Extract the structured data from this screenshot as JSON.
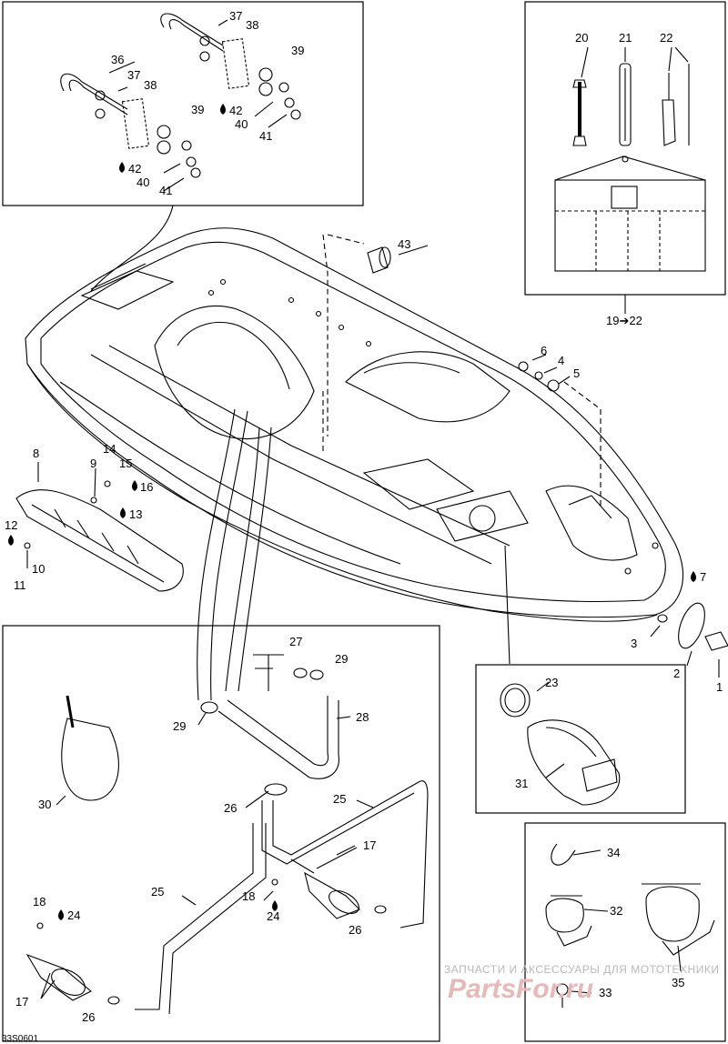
{
  "diagram": {
    "drawing_code": "33S0601",
    "watermark": {
      "caption": "ЗАПЧАСТИ И АКСЕССУАРЫ ДЛЯ МОТОТЕХНИКИ",
      "brand": "PartsFor.ru"
    },
    "kit_range_label": "19➔22",
    "callouts": [
      {
        "id": "c1",
        "label": "1"
      },
      {
        "id": "c2",
        "label": "2"
      },
      {
        "id": "c3",
        "label": "3"
      },
      {
        "id": "c4",
        "label": "4"
      },
      {
        "id": "c5",
        "label": "5"
      },
      {
        "id": "c6",
        "label": "6"
      },
      {
        "id": "c7",
        "label": "7"
      },
      {
        "id": "c8",
        "label": "8"
      },
      {
        "id": "c9",
        "label": "9"
      },
      {
        "id": "c10",
        "label": "10"
      },
      {
        "id": "c11",
        "label": "11"
      },
      {
        "id": "c12",
        "label": "12"
      },
      {
        "id": "c13",
        "label": "13"
      },
      {
        "id": "c14",
        "label": "14"
      },
      {
        "id": "c15",
        "label": "15"
      },
      {
        "id": "c16",
        "label": "16"
      },
      {
        "id": "c17a",
        "label": "17"
      },
      {
        "id": "c17b",
        "label": "17"
      },
      {
        "id": "c18a",
        "label": "18"
      },
      {
        "id": "c18b",
        "label": "18"
      },
      {
        "id": "c20",
        "label": "20"
      },
      {
        "id": "c21",
        "label": "21"
      },
      {
        "id": "c22",
        "label": "22"
      },
      {
        "id": "c23",
        "label": "23"
      },
      {
        "id": "c24a",
        "label": "24"
      },
      {
        "id": "c24b",
        "label": "24"
      },
      {
        "id": "c25a",
        "label": "25"
      },
      {
        "id": "c25b",
        "label": "25"
      },
      {
        "id": "c26a",
        "label": "26"
      },
      {
        "id": "c26b",
        "label": "26"
      },
      {
        "id": "c26c",
        "label": "26"
      },
      {
        "id": "c27",
        "label": "27"
      },
      {
        "id": "c28",
        "label": "28"
      },
      {
        "id": "c29a",
        "label": "29"
      },
      {
        "id": "c29b",
        "label": "29"
      },
      {
        "id": "c30",
        "label": "30"
      },
      {
        "id": "c31",
        "label": "31"
      },
      {
        "id": "c32",
        "label": "32"
      },
      {
        "id": "c33",
        "label": "33"
      },
      {
        "id": "c34",
        "label": "34"
      },
      {
        "id": "c35",
        "label": "35"
      },
      {
        "id": "c36",
        "label": "36"
      },
      {
        "id": "c37a",
        "label": "37"
      },
      {
        "id": "c37b",
        "label": "37"
      },
      {
        "id": "c38a",
        "label": "38"
      },
      {
        "id": "c38b",
        "label": "38"
      },
      {
        "id": "c39a",
        "label": "39"
      },
      {
        "id": "c39b",
        "label": "39"
      },
      {
        "id": "c40a",
        "label": "40"
      },
      {
        "id": "c40b",
        "label": "40"
      },
      {
        "id": "c41a",
        "label": "41"
      },
      {
        "id": "c41b",
        "label": "41"
      },
      {
        "id": "c42a",
        "label": "42"
      },
      {
        "id": "c42b",
        "label": "42"
      },
      {
        "id": "c43",
        "label": "43"
      }
    ]
  }
}
